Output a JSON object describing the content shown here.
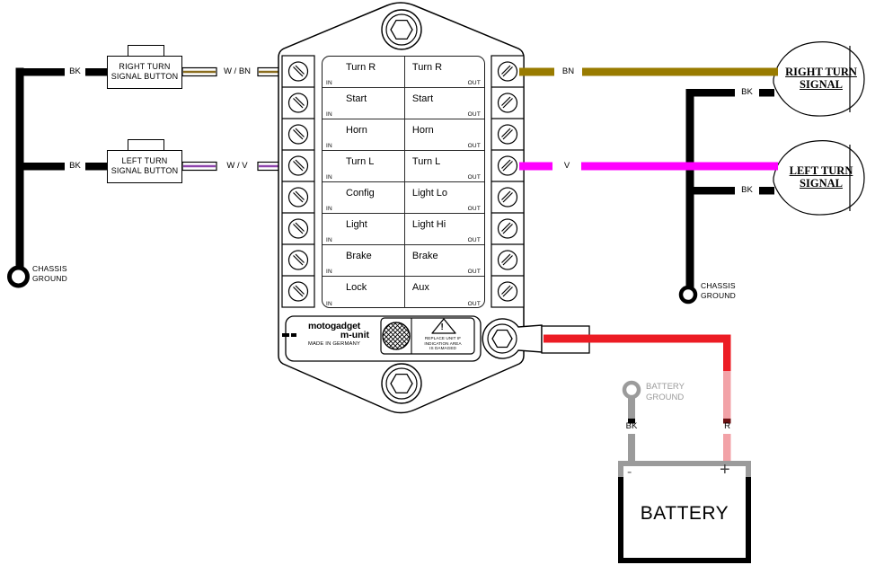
{
  "colors": {
    "bn": "#997b00",
    "v": "#ff00ff",
    "red": "#ec1c24",
    "pink": "#f2a2a7",
    "dark_red_tick": "#6b1012",
    "gray": "#9b9b9b",
    "bn_stripe": "#8a6d1e",
    "v_stripe": "#8e44ad"
  },
  "icons": {
    "screw": "slotted-screw",
    "bolt": "hex-bolt",
    "warning": "warning-triangle",
    "ground": "ground-ring",
    "indication_area": "crosshatch-circle"
  },
  "unit": {
    "brand": "motogadget",
    "model": "m-unit",
    "origin": "MADE IN GERMANY",
    "in_label": "IN",
    "out_label": "OUT",
    "warning": {
      "symbol": "!",
      "line1": "REPLACE UNIT IF",
      "line2": "INDICATION AREA",
      "line3": "IS DAMAGED"
    },
    "rows": [
      {
        "in": "Turn R",
        "out": "Turn R"
      },
      {
        "in": "Start",
        "out": "Start"
      },
      {
        "in": "Horn",
        "out": "Horn"
      },
      {
        "in": "Turn L",
        "out": "Turn L"
      },
      {
        "in": "Config",
        "out": "Light Lo"
      },
      {
        "in": "Light",
        "out": "Light Hi"
      },
      {
        "in": "Brake",
        "out": "Brake"
      },
      {
        "in": "Lock",
        "out": "Aux"
      }
    ]
  },
  "left": {
    "right_button": {
      "line1": "RIGHT TURN",
      "line2": "SIGNAL BUTTON",
      "ground_wire": "BK",
      "signal_wire": "W / BN"
    },
    "left_button": {
      "line1": "LEFT TURN",
      "line2": "SIGNAL BUTTON",
      "ground_wire": "BK",
      "signal_wire": "W / V"
    },
    "ground": {
      "line1": "CHASSIS",
      "line2": "GROUND"
    }
  },
  "right": {
    "right_signal": {
      "line1": "RIGHT TURN",
      "line2": "SIGNAL",
      "feed_wire": "BN",
      "ground_wire": "BK"
    },
    "left_signal": {
      "line1": "LEFT TURN",
      "line2": "SIGNAL",
      "feed_wire": "V",
      "ground_wire": "BK"
    },
    "ground": {
      "line1": "CHASSIS",
      "line2": "GROUND"
    }
  },
  "power": {
    "battery_label": "BATTERY",
    "minus": "-",
    "plus": "+",
    "battery_ground_line1": "BATTERY",
    "battery_ground_line2": "GROUND",
    "neg_wire": "BK",
    "pos_wire": "R"
  }
}
